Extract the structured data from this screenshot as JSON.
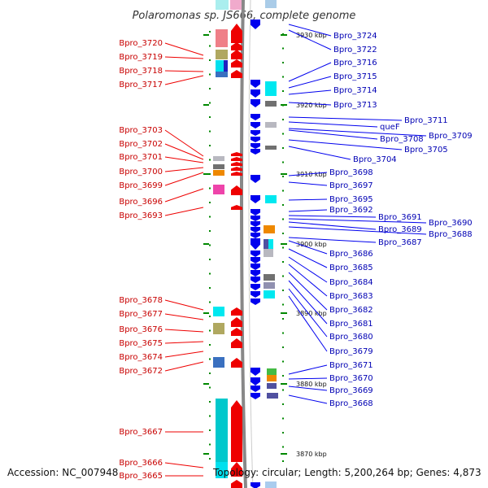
{
  "title": "Polaromonas sp. JS666, complete genome",
  "footer": {
    "accession": "Accession: NC_007948",
    "topology": "Topology: circular; Length: 5,200,264 bp; Genes: 4,873"
  },
  "colors": {
    "forward": "#ee0000",
    "reverse": "#0000ee",
    "backbone": "#888888",
    "tick": "#008800"
  },
  "scale_labels": [
    "3930 kbp",
    "3920 kbp",
    "3910 kbp",
    "3900 kbp",
    "3890 kbp",
    "3880 kbp",
    "3870 kbp"
  ],
  "left_genes": [
    "Bpro_3720",
    "Bpro_3719",
    "Bpro_3718",
    "Bpro_3717",
    "Bpro_3703",
    "Bpro_3702",
    "Bpro_3701",
    "Bpro_3700",
    "Bpro_3699",
    "Bpro_3696",
    "Bpro_3693",
    "Bpro_3678",
    "Bpro_3677",
    "Bpro_3676",
    "Bpro_3675",
    "Bpro_3674",
    "Bpro_3672",
    "Bpro_3667",
    "Bpro_3666",
    "Bpro_3665"
  ],
  "right_genes": [
    "Bpro_3724",
    "Bpro_3722",
    "Bpro_3716",
    "Bpro_3715",
    "Bpro_3714",
    "Bpro_3713",
    "Bpro_3711",
    "queF",
    "Bpro_3709",
    "Bpro_3708",
    "Bpro_3705",
    "Bpro_3704",
    "Bpro_3698",
    "Bpro_3697",
    "Bpro_3695",
    "Bpro_3692",
    "Bpro_3691",
    "Bpro_3690",
    "Bpro_3689",
    "Bpro_3688",
    "Bpro_3687",
    "Bpro_3686",
    "Bpro_3685",
    "Bpro_3684",
    "Bpro_3683",
    "Bpro_3682",
    "Bpro_3681",
    "Bpro_3680",
    "Bpro_3679",
    "Bpro_3671",
    "Bpro_3670",
    "Bpro_3669",
    "Bpro_3668"
  ]
}
